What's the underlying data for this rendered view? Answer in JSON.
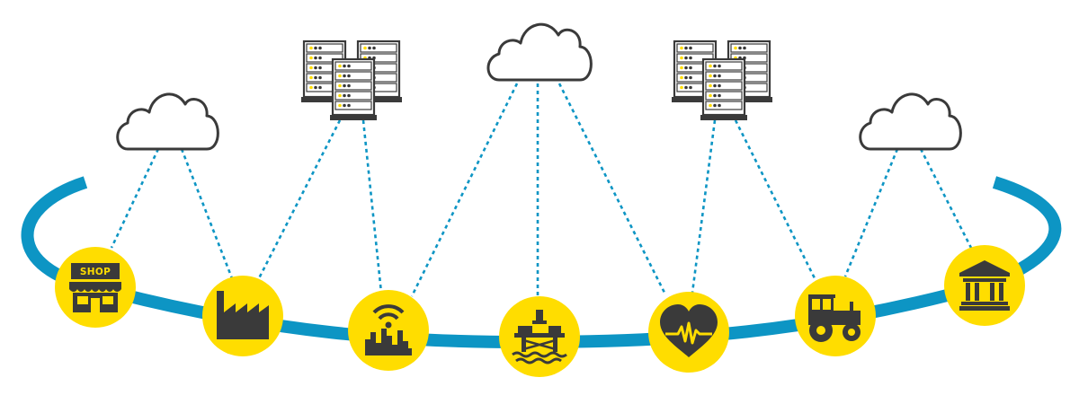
{
  "diagram": {
    "colors": {
      "ring": "#0d95c4",
      "link": "#0d95c4",
      "node_fill": "#ffdd00",
      "icon": "#3a3a3a",
      "cloud_stroke": "#3a3a3a",
      "server_stroke": "#3a3a3a",
      "server_led": "#ffdd00",
      "background": "#ffffff"
    },
    "hubs": [
      {
        "kind": "cloud",
        "icon": "cloud-icon"
      },
      {
        "kind": "server-cluster",
        "icon": "server-rack-icon"
      },
      {
        "kind": "cloud",
        "icon": "cloud-icon"
      },
      {
        "kind": "server-cluster",
        "icon": "server-rack-icon"
      },
      {
        "kind": "cloud",
        "icon": "cloud-icon"
      }
    ],
    "nodes": [
      {
        "icon": "shop-icon",
        "label": "SHOP"
      },
      {
        "icon": "factory-icon"
      },
      {
        "icon": "smart-city-wifi-icon"
      },
      {
        "icon": "oil-rig-icon"
      },
      {
        "icon": "heart-monitor-icon"
      },
      {
        "icon": "tractor-icon"
      },
      {
        "icon": "bank-icon"
      }
    ]
  }
}
